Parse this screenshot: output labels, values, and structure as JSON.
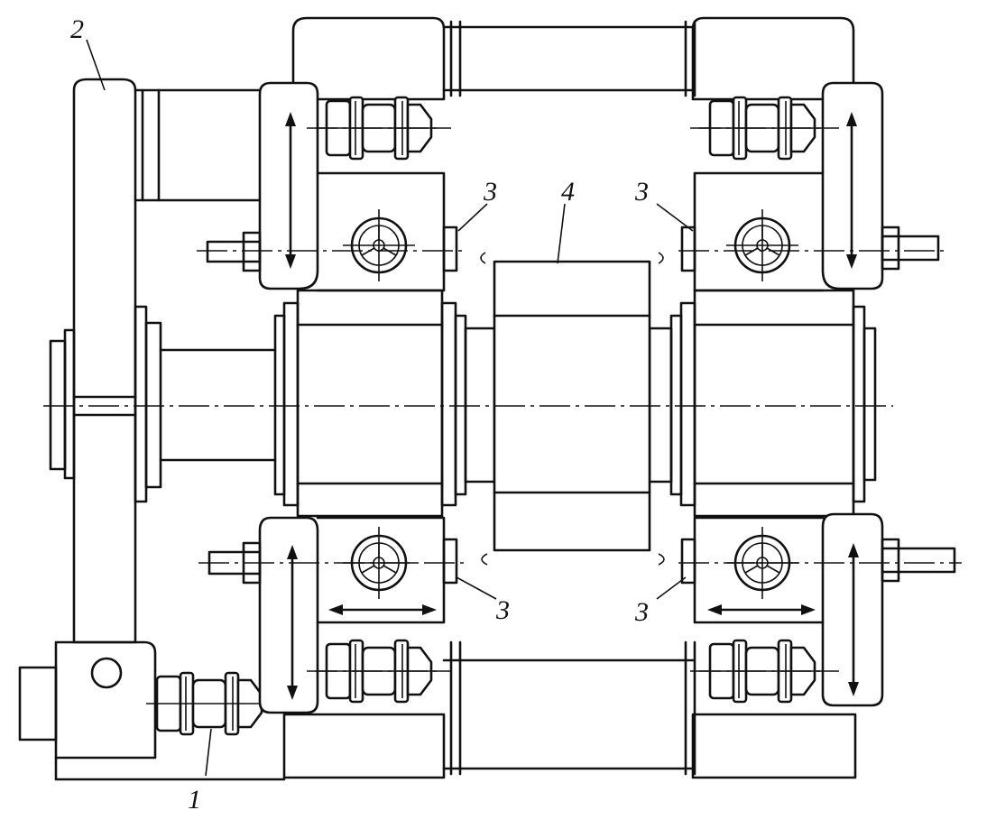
{
  "labels": {
    "part_1": "1",
    "part_2": "2",
    "part_3_a": "3",
    "part_3_b": "3",
    "part_3_c": "3",
    "part_3_d": "3",
    "part_4": "4"
  },
  "icons": {
    "handwheel": "handwheel-icon",
    "adjust_arrow": "double-arrow-icon",
    "reducer": "reducer-icon"
  },
  "colors": {
    "line": "#111111",
    "background": "#ffffff"
  }
}
